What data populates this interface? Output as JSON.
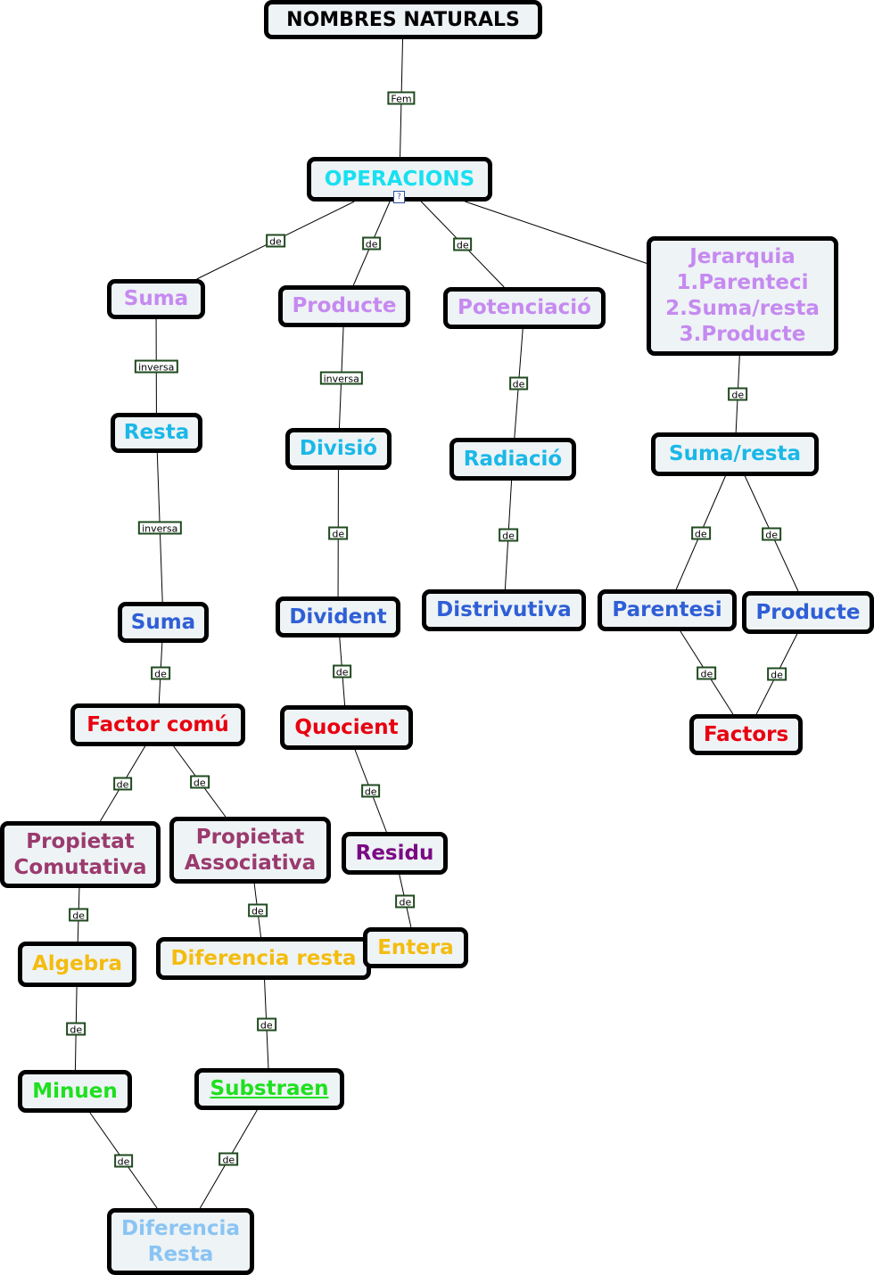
{
  "colors": {
    "black": "#000000",
    "cyan": "#18e0f0",
    "lilac": "#c58af0",
    "sky": "#1ab8e8",
    "blue": "#2f5fd6",
    "red": "#e80010",
    "rose": "#9a3a6e",
    "purple": "#7a0a84",
    "gold": "#f4bc10",
    "green": "#1ee01e",
    "pale": "#8ac4f4"
  },
  "nodes": {
    "nombres": "NOMBRES NATURALS",
    "operacions": "OPERACIONS",
    "suma1": "Suma",
    "producte1": "Producte",
    "potenciacio": "Potenciació",
    "jerarquia": "Jerarquia\n1.Parenteci\n2.Suma/resta\n3.Producte",
    "resta": "Resta",
    "divisio": "Divisió",
    "radiacio": "Radiació",
    "sumaresta": "Suma/resta",
    "suma2": "Suma",
    "divident": "Divident",
    "distrivutiva": "Distrivutiva",
    "parentesi": "Parentesi",
    "producte2": "Producte",
    "factorcomu": "Factor comú",
    "quocient": "Quocient",
    "factors": "Factors",
    "comutativa": "Propietat\nComutativa",
    "associativa": "Propietat\nAssociativa",
    "residu": "Residu",
    "algebra": "Algebra",
    "diferenciaresta": "Diferencia resta",
    "entera": "Entera",
    "minuen": "Minuen",
    "substraen": "Substraen",
    "diferencia2": "Diferencia\nResta"
  },
  "links": {
    "fem": "Fem",
    "de": "de",
    "inversa": "inversa"
  },
  "icons": {
    "resource": "?"
  },
  "edges": [
    {
      "from": "nombres",
      "to": "operacions",
      "label": "links.fem"
    },
    {
      "from": "operacions",
      "to": "suma1",
      "label": "links.de"
    },
    {
      "from": "operacions",
      "to": "producte1",
      "label": "links.de"
    },
    {
      "from": "operacions",
      "to": "potenciacio",
      "label": "links.de"
    },
    {
      "from": "operacions",
      "to": "jerarquia",
      "label": ""
    },
    {
      "from": "suma1",
      "to": "resta",
      "label": "links.inversa"
    },
    {
      "from": "producte1",
      "to": "divisio",
      "label": "links.inversa"
    },
    {
      "from": "potenciacio",
      "to": "radiacio",
      "label": "links.de"
    },
    {
      "from": "jerarquia",
      "to": "sumaresta",
      "label": "links.de"
    },
    {
      "from": "resta",
      "to": "suma2",
      "label": "links.inversa"
    },
    {
      "from": "divisio",
      "to": "divident",
      "label": "links.de"
    },
    {
      "from": "radiacio",
      "to": "distrivutiva",
      "label": "links.de"
    },
    {
      "from": "sumaresta",
      "to": "parentesi",
      "label": "links.de"
    },
    {
      "from": "sumaresta",
      "to": "producte2",
      "label": "links.de"
    },
    {
      "from": "suma2",
      "to": "factorcomu",
      "label": "links.de"
    },
    {
      "from": "divident",
      "to": "quocient",
      "label": "links.de"
    },
    {
      "from": "parentesi",
      "to": "factors",
      "label": "links.de"
    },
    {
      "from": "producte2",
      "to": "factors",
      "label": "links.de"
    },
    {
      "from": "factorcomu",
      "to": "comutativa",
      "label": "links.de"
    },
    {
      "from": "factorcomu",
      "to": "associativa",
      "label": "links.de"
    },
    {
      "from": "quocient",
      "to": "residu",
      "label": "links.de"
    },
    {
      "from": "comutativa",
      "to": "algebra",
      "label": "links.de"
    },
    {
      "from": "associativa",
      "to": "diferenciaresta",
      "label": "links.de"
    },
    {
      "from": "residu",
      "to": "entera",
      "label": "links.de"
    },
    {
      "from": "algebra",
      "to": "minuen",
      "label": "links.de"
    },
    {
      "from": "diferenciaresta",
      "to": "substraen",
      "label": "links.de"
    },
    {
      "from": "minuen",
      "to": "diferencia2",
      "label": "links.de"
    },
    {
      "from": "substraen",
      "to": "diferencia2",
      "label": "links.de"
    }
  ]
}
